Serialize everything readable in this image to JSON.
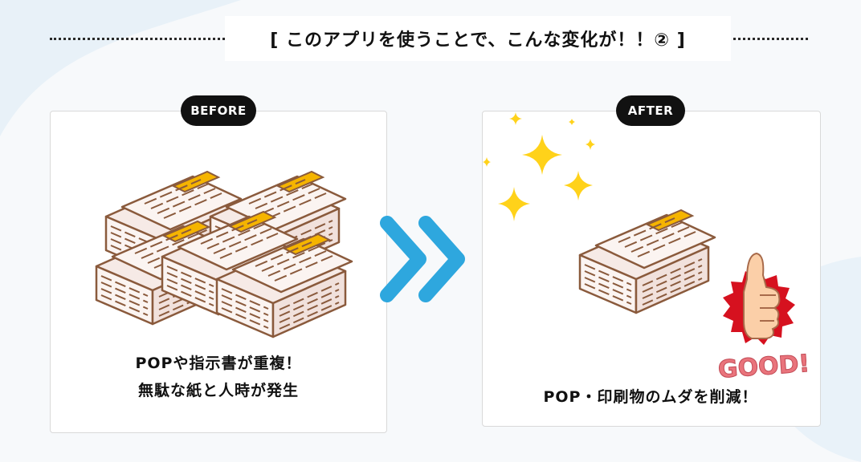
{
  "title": "[ このアプリを使うことで、こんな変化が！！② ]",
  "before": {
    "badge": "BEFORE",
    "caption_line1": "POPや指示書が重複！",
    "caption_line2": "無駄な紙と人時が発生"
  },
  "after": {
    "badge": "AFTER",
    "caption": "POP・印刷物のムダを削減！",
    "sticker": "GOOD!"
  },
  "colors": {
    "accent_blue": "#2ea7de",
    "paper_outline": "#8a5a3c",
    "paper_fill": "#f6eae6",
    "tag_yellow": "#f5b400",
    "sparkle": "#ffd21a",
    "good_red": "#d6111f",
    "good_pink": "#e9747c"
  },
  "icons": [
    "paper-stack-icon",
    "double-chevron-right-icon",
    "sparkle-icon",
    "thumbs-up-icon"
  ]
}
